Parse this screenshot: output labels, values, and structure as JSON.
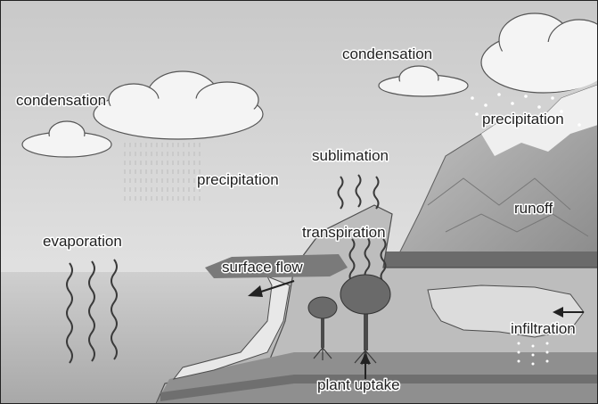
{
  "labels": {
    "condensation_left": "condensation",
    "condensation_right": "condensation",
    "precipitation_left": "precipitation",
    "precipitation_right": "precipitation",
    "sublimation": "sublimation",
    "evaporation": "evaporation",
    "transpiration": "transpiration",
    "runoff": "runoff",
    "surface_flow": "surface flow",
    "infiltration": "infiltration",
    "plant_uptake": "plant uptake"
  }
}
